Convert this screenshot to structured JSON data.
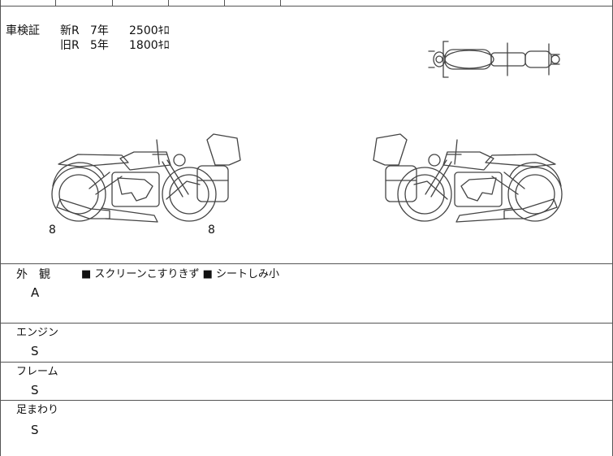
{
  "header_row": {
    "cell_text": ""
  },
  "inspection": {
    "label": "車検証",
    "new": {
      "label": "新R",
      "years": "7年",
      "fee": "2500ｷﾛ"
    },
    "old": {
      "label": "旧R",
      "years": "5年",
      "fee": "1800ｷﾛ"
    }
  },
  "diagram": {
    "left_front_mark": "8",
    "left_rear_mark": "8"
  },
  "exterior": {
    "label": "外　観",
    "notes": "■ スクリーンこすりきず ■ シートしみ小",
    "grade": "A"
  },
  "engine": {
    "label": "エンジン",
    "grade": "S"
  },
  "frame": {
    "label": "フレーム",
    "grade": "S"
  },
  "suspension": {
    "label": "足まわり",
    "grade": "S"
  }
}
